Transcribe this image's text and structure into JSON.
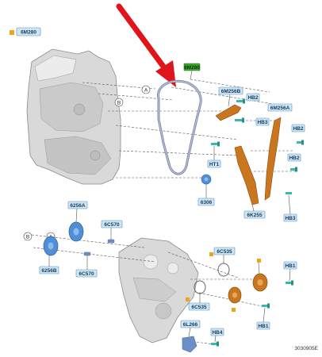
{
  "legend": {
    "swatch_color": "#f2a31c",
    "code": "6M280"
  },
  "document_id": "3030905E",
  "callout_letters": {
    "a": "A",
    "b": "B"
  },
  "labels": {
    "l_6m280_top": "6M280",
    "l_6m256b_top": "6M256B",
    "l_hb2_a": "HB2",
    "l_hb3_a": "HB3",
    "l_6m256a_top": "6M256A",
    "l_hb2_b": "HB2",
    "l_hb2_c": "HB2",
    "l_ht1": "HT1",
    "l_6306": "6306",
    "l_6k255": "6K255",
    "l_hb3_b": "HB3",
    "l_6256a": "6256A",
    "l_6c570_a": "6C570",
    "l_6256b": "6256B",
    "l_6c570_b": "6C570",
    "l_6c535_a": "6C535",
    "l_hb1_a": "HB1",
    "l_6c535_b": "6C535",
    "l_hb1_b": "HB1",
    "l_6l266": "6L266",
    "l_hb4": "HB4"
  },
  "colors": {
    "label_fill": "#cfe6f7",
    "label_stroke": "#5a8fb8",
    "green_label_fill": "#3fa82a",
    "pointer_red": "#e0141a",
    "orange_part": "#c9761e",
    "blue_part": "#4f8fd8",
    "teal_bolt": "#3bb6b0",
    "engine_gray": "#d6d6d6"
  },
  "icons": [
    "pointer-arrow-icon",
    "timing-chain-icon",
    "engine-block-icon",
    "front-cover-icon",
    "sprocket-icon",
    "bolt-icon"
  ]
}
